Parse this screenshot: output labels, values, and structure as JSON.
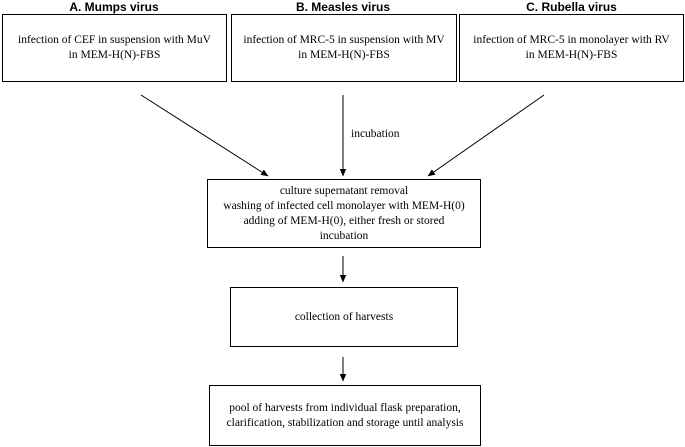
{
  "columns": [
    {
      "heading": "A. Mumps virus",
      "lines": [
        "infection of CEF in suspension with MuV",
        "in MEM-H(N)-FBS"
      ]
    },
    {
      "heading": "B. Measles virus",
      "lines": [
        "infection of MRC-5 in suspension with MV",
        "in MEM-H(N)-FBS"
      ]
    },
    {
      "heading": "C. Rubella virus",
      "lines": [
        "infection of MRC-5 in monolayer with RV",
        "in MEM-H(N)-FBS"
      ]
    }
  ],
  "incubation_label": "incubation",
  "steps": [
    {
      "lines": [
        "culture supernatant removal",
        "washing of infected cell monolayer with MEM-H(0)",
        "adding of MEM-H(0), either fresh or stored",
        "incubation"
      ]
    },
    {
      "lines": [
        "collection of harvests"
      ]
    },
    {
      "lines": [
        "pool of harvests from individual flask preparation,",
        "clarification, stabilization and storage until analysis"
      ]
    }
  ]
}
